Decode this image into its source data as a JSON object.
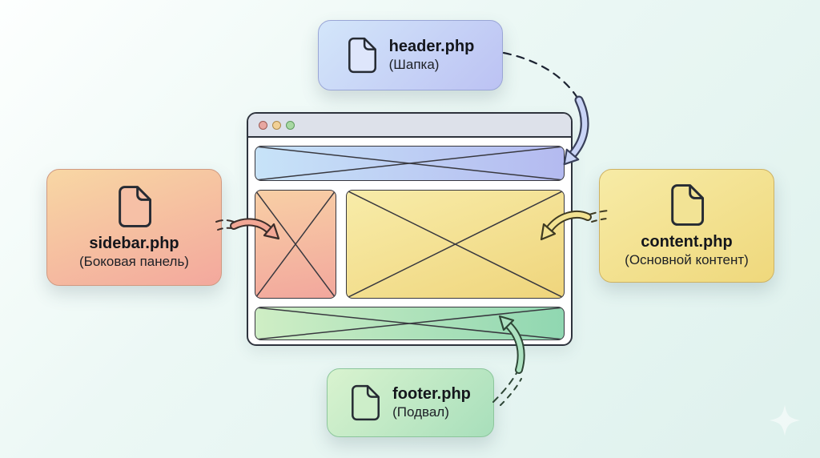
{
  "cards": {
    "header": {
      "filename": "header.php",
      "label": "(Шапка)"
    },
    "sidebar": {
      "filename": "sidebar.php",
      "label": "(Боковая панель)"
    },
    "content": {
      "filename": "content.php",
      "label": "(Основной контент)"
    },
    "footer": {
      "filename": "footer.php",
      "label": "(Подвал)"
    }
  },
  "browser": {
    "regions": [
      "header",
      "sidebar",
      "content",
      "footer"
    ],
    "traffic_lights": [
      "#e8a7a1",
      "#f1d096",
      "#a7d8a2"
    ]
  },
  "colors": {
    "background_top": "#fdfffe",
    "background_bottom": "#def1ed",
    "card_header": "#c9d4f6",
    "card_sidebar": "#f3b3a0",
    "card_content": "#f2e292",
    "card_footer": "#bde8c6",
    "region_header_from": "#c7e3f8",
    "region_header_to": "#b4baf0",
    "region_sidebar_from": "#f8cfa5",
    "region_sidebar_to": "#f2a79d",
    "region_content_from": "#f8eca9",
    "region_content_to": "#efd57c",
    "region_footer_from": "#cfeec5",
    "region_footer_to": "#90d7b1",
    "outline": "#2e333d"
  }
}
